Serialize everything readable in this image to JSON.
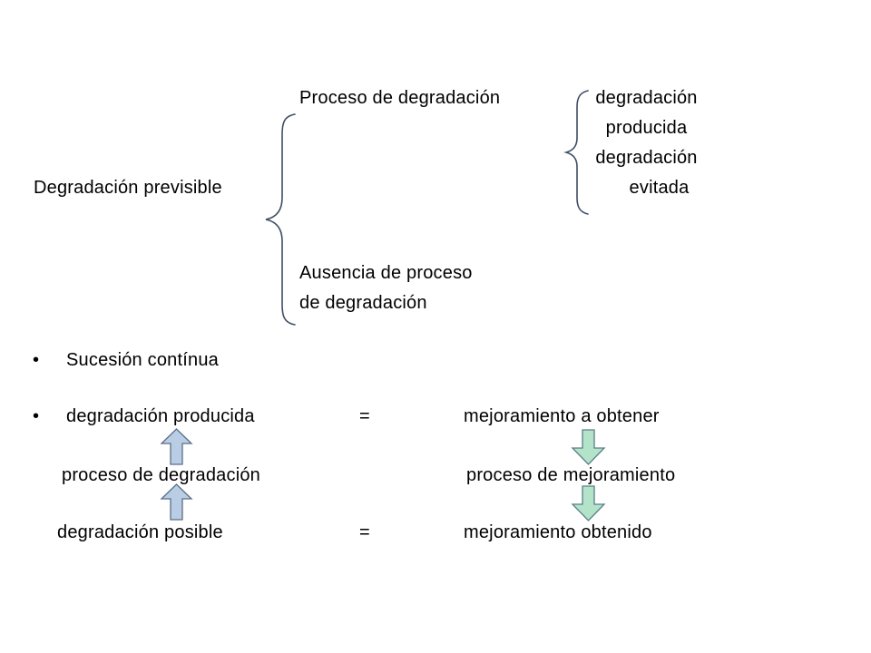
{
  "tree": {
    "root": "Degradación previsible",
    "branch_process": "Proceso de degradación",
    "branch_absence_line1": "Ausencia de proceso",
    "branch_absence_line2": "de degradación",
    "outcome_produced_line1": "degradación",
    "outcome_produced_line2": "producida",
    "outcome_avoided_line1": "degradación",
    "outcome_avoided_line2": "evitada"
  },
  "bullets": {
    "marker": "•",
    "item1": "Sucesión contínua",
    "item2": "degradación producida"
  },
  "equivalence": {
    "eq_sign": "=",
    "right_top": "mejoramiento a obtener",
    "left_middle": "proceso de degradación",
    "right_middle": "proceso de mejoramiento",
    "left_bottom": "degradación posible",
    "right_bottom": "mejoramiento obtenido"
  },
  "colors": {
    "arrow_fill": "#b9cde4",
    "arrow_stroke": "#5a6e87",
    "down_arrow_fill": "#b3e3c8",
    "down_arrow_stroke": "#5a7e87",
    "brace_stroke": "#3d4d66"
  },
  "icons": {
    "up_arrow": "up-arrow-icon",
    "down_arrow": "down-arrow-icon",
    "brace": "left-brace-icon"
  }
}
